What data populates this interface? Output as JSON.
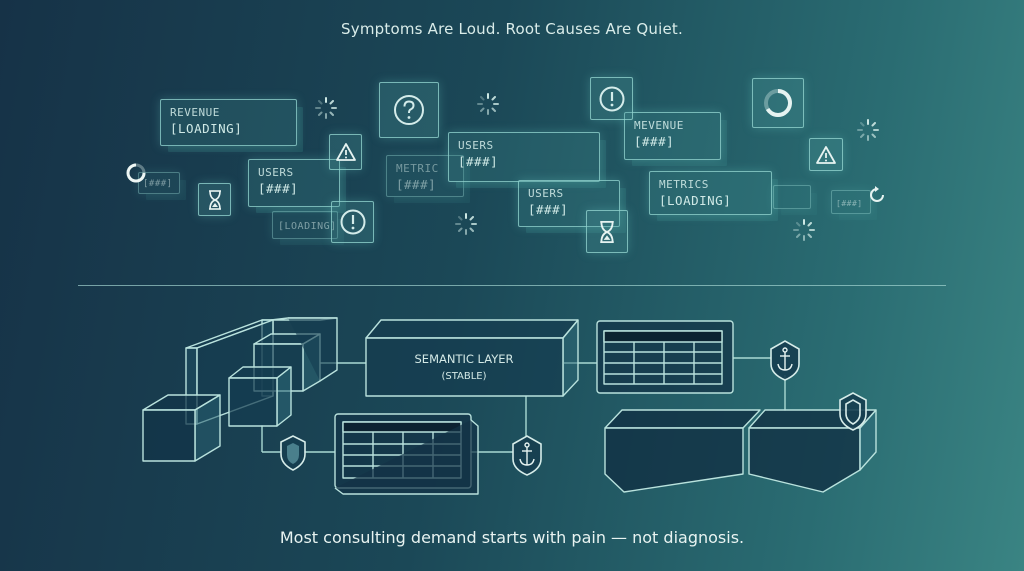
{
  "headline": "Symptoms Are Loud. Root Causes Are Quiet.",
  "caption": "Most consulting demand starts with pain — not diagnosis.",
  "symptom_cards": [
    {
      "line1": "REVENUE",
      "line2": "[LOADING]"
    },
    {
      "line1": "USERS",
      "line2": "[###]"
    },
    {
      "line1": "METRIC",
      "line2": "[###]"
    },
    {
      "line1": "USERS",
      "line2": "[###]"
    },
    {
      "line1": "USERS",
      "line2": "[###]"
    },
    {
      "line1": "MEVENUE",
      "line2": "[###]"
    },
    {
      "line1": "METRICS",
      "line2": "[LOADING]"
    },
    {
      "line1": "",
      "line2": "[###]"
    },
    {
      "line1": "",
      "line2": "[LOADING]"
    },
    {
      "line1": "",
      "line2": "[###]"
    }
  ],
  "semantic_layer": {
    "title": "SEMANTIC LAYER",
    "subtitle": "(STABLE)"
  },
  "icons": {
    "question": "question-mark-icon",
    "alert": "exclamation-circle-icon",
    "warning": "warning-triangle-icon",
    "hourglass": "hourglass-icon",
    "loading": "loading-spinner-icon",
    "anchor": "anchor-shield-icon",
    "shield": "shield-icon"
  },
  "colors": {
    "background_start": "#163247",
    "background_end": "#3a8483",
    "line": "#9fd6d0",
    "text": "#d9ece9"
  }
}
